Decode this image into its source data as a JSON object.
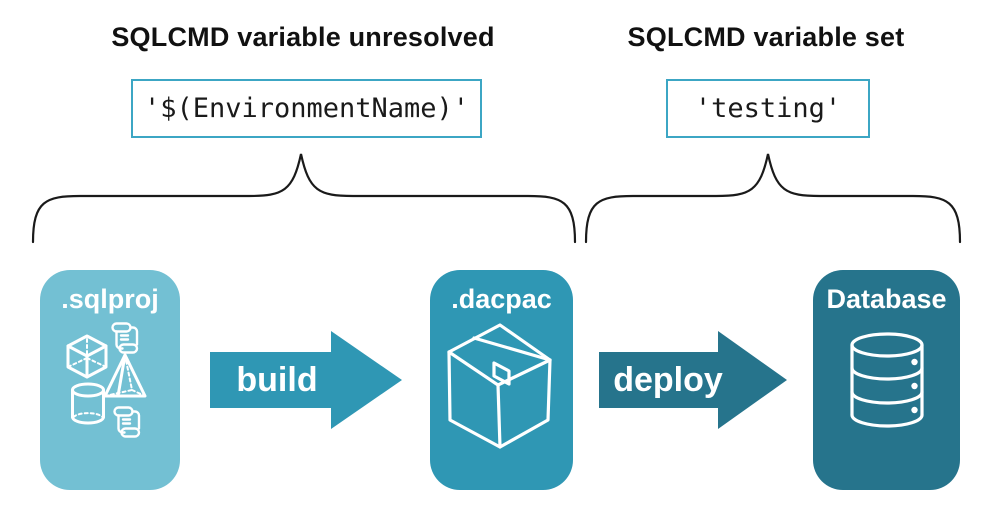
{
  "colors": {
    "accent_border": "#3CA6C4",
    "sqlproj_bg": "#73C0D3",
    "dacpac_bg": "#2F97B4",
    "database_bg": "#26748C",
    "build_arrow": "#2F97B4",
    "deploy_arrow": "#26748C",
    "heading_text": "#111111",
    "card_text": "#FFFFFF"
  },
  "annotations": {
    "unresolved": {
      "heading": "SQLCMD variable unresolved",
      "code": "'$(EnvironmentName)'"
    },
    "set": {
      "heading": "SQLCMD variable set",
      "code": "'testing'"
    }
  },
  "pipeline": {
    "stages": [
      {
        "label": ".sqlproj",
        "icon": "sql-objects-icon"
      },
      {
        "label": ".dacpac",
        "icon": "package-icon"
      },
      {
        "label": "Database",
        "icon": "database-icon"
      }
    ],
    "arrows": [
      {
        "label": "build"
      },
      {
        "label": "deploy"
      }
    ]
  }
}
